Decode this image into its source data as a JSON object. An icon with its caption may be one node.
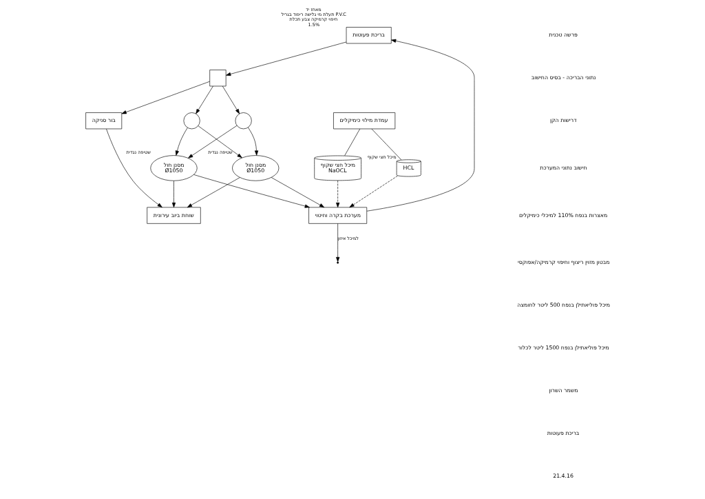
{
  "diagram": {
    "nodes": [
      {
        "text": [
          "בריכת פעוטות"
        ],
        "beside": [
          "מאחז יד",
          "תעלת מי גלישה ריפוד בגריל P.V.C",
          "חיפוי קרמיקה צבע תכלת",
          "1.5%"
        ]
      },
      {
        "text": [],
        "shape": "box"
      },
      {
        "text": [],
        "shape": "circle"
      },
      {
        "text": [],
        "shape": "circle"
      },
      {
        "text": [
          "מסנן חול",
          "Ø1050"
        ],
        "beside": [
          "שטיפה נגדית"
        ]
      },
      {
        "text": [
          "מסנן חול",
          "Ø1050"
        ],
        "beside": [
          "שטיפה נגדית"
        ]
      },
      {
        "text": [
          "מערכת בקרה וחיטוי"
        ]
      },
      {
        "text": [
          "עמדת מילוי כימיקלים"
        ]
      },
      {
        "text": [
          "HCL"
        ],
        "beside": [
          "מיכל חצי שקוף"
        ]
      },
      {
        "text": [
          "מיכל חצי שקוף",
          "NaOCL"
        ]
      },
      {
        "text": [
          "בור סניקה"
        ]
      },
      {
        "text": [
          "שוחת ביוב עירונית"
        ]
      }
    ],
    "edges": [
      {
        "from": 0,
        "to": 1,
        "arrow": "to"
      },
      {
        "from": 1,
        "to": 2,
        "arrow": "to"
      },
      {
        "from": 1,
        "to": 3,
        "arrow": "to"
      },
      {
        "from": 2,
        "to": 4,
        "arrow": "to"
      },
      {
        "from": 2,
        "to": 5,
        "arrow": "to"
      },
      {
        "from": 3,
        "to": 4,
        "arrow": "to"
      },
      {
        "from": 3,
        "to": 5,
        "arrow": "to"
      },
      {
        "from": 4,
        "to": 6,
        "arrow": "to"
      },
      {
        "from": 5,
        "to": 6,
        "arrow": "to"
      },
      {
        "from": 6,
        "to": 0,
        "arrow": "to"
      },
      {
        "from": 8,
        "to": 6,
        "arrow": "to",
        "style": "dashed"
      },
      {
        "from": 9,
        "to": 6,
        "arrow": "to",
        "style": "dashed"
      },
      {
        "from": 7,
        "to": 8,
        "arrow": "none"
      },
      {
        "from": 7,
        "to": 9,
        "arrow": "none"
      },
      {
        "from": 6,
        "to": null,
        "arrow": "to",
        "label": "למיכל איזון"
      },
      {
        "from": 4,
        "to": 11,
        "arrow": "to"
      },
      {
        "from": 5,
        "to": 11,
        "arrow": "to"
      },
      {
        "from": 1,
        "to": 10,
        "arrow": "to"
      },
      {
        "from": 10,
        "to": 11,
        "arrow": "to"
      }
    ],
    "labels": [
      "פרשה טכנית",
      "נתוני הבריכה - בסיס החישוב",
      "דרישות הקן",
      "חישוב נתוני המערכת",
      "מאצרות בנפח 110% למיכלי כימיקלים",
      "מבטון מזוין ריצוף וחיפוי קרמיקה/אפוקסי",
      "מיכל פוליאתילן בנפח 500 ליטר לחומצה",
      "מיכל פוליאתילן בנפח 1500 ליטר לכלור",
      "משמר השרון",
      "בריכת פעוטות",
      "21.4.16"
    ]
  }
}
